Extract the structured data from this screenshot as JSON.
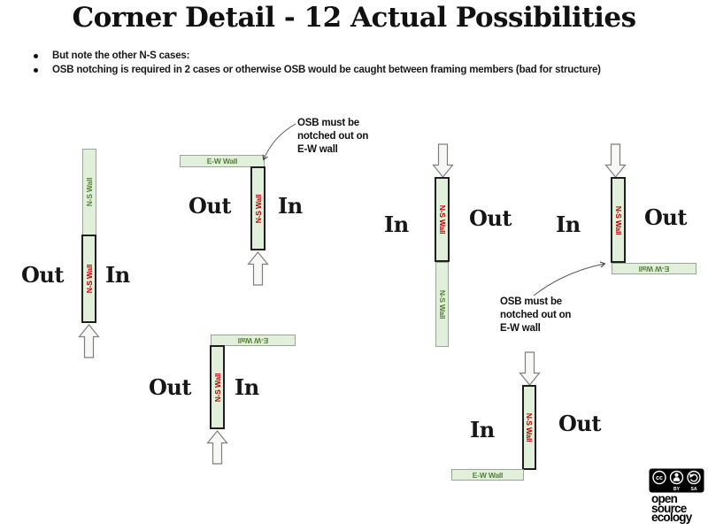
{
  "title": "Corner Detail - 12 Actual Possibilities",
  "bullets": [
    "But note the other N-S cases:",
    "OSB notching is required in 2 cases or otherwise OSB would be caught between framing members (bad for structure)"
  ],
  "labels": {
    "out": "Out",
    "in": "In",
    "ns_wall": "N-S Wall",
    "ew_wall": "E-W Wall"
  },
  "annotations": {
    "osb": [
      "OSB must be",
      "notched out on",
      "E-W wall"
    ]
  },
  "colors": {
    "wall_fill": "#e2efda",
    "wall_border": "#98a898",
    "highlight_border": "#1f1f1f",
    "ns_wall_label_red": "#c00000",
    "wall_label_green": "#538135",
    "arrow_fill": "#f8f8f6",
    "arrow_border": "#7f7f7f",
    "badge_bg": "#000000"
  },
  "footer": {
    "cc_badge": {
      "cc": "cc",
      "by": "BY",
      "sa": "SA"
    },
    "logo_lines": [
      "open",
      "source",
      "ecology"
    ]
  }
}
